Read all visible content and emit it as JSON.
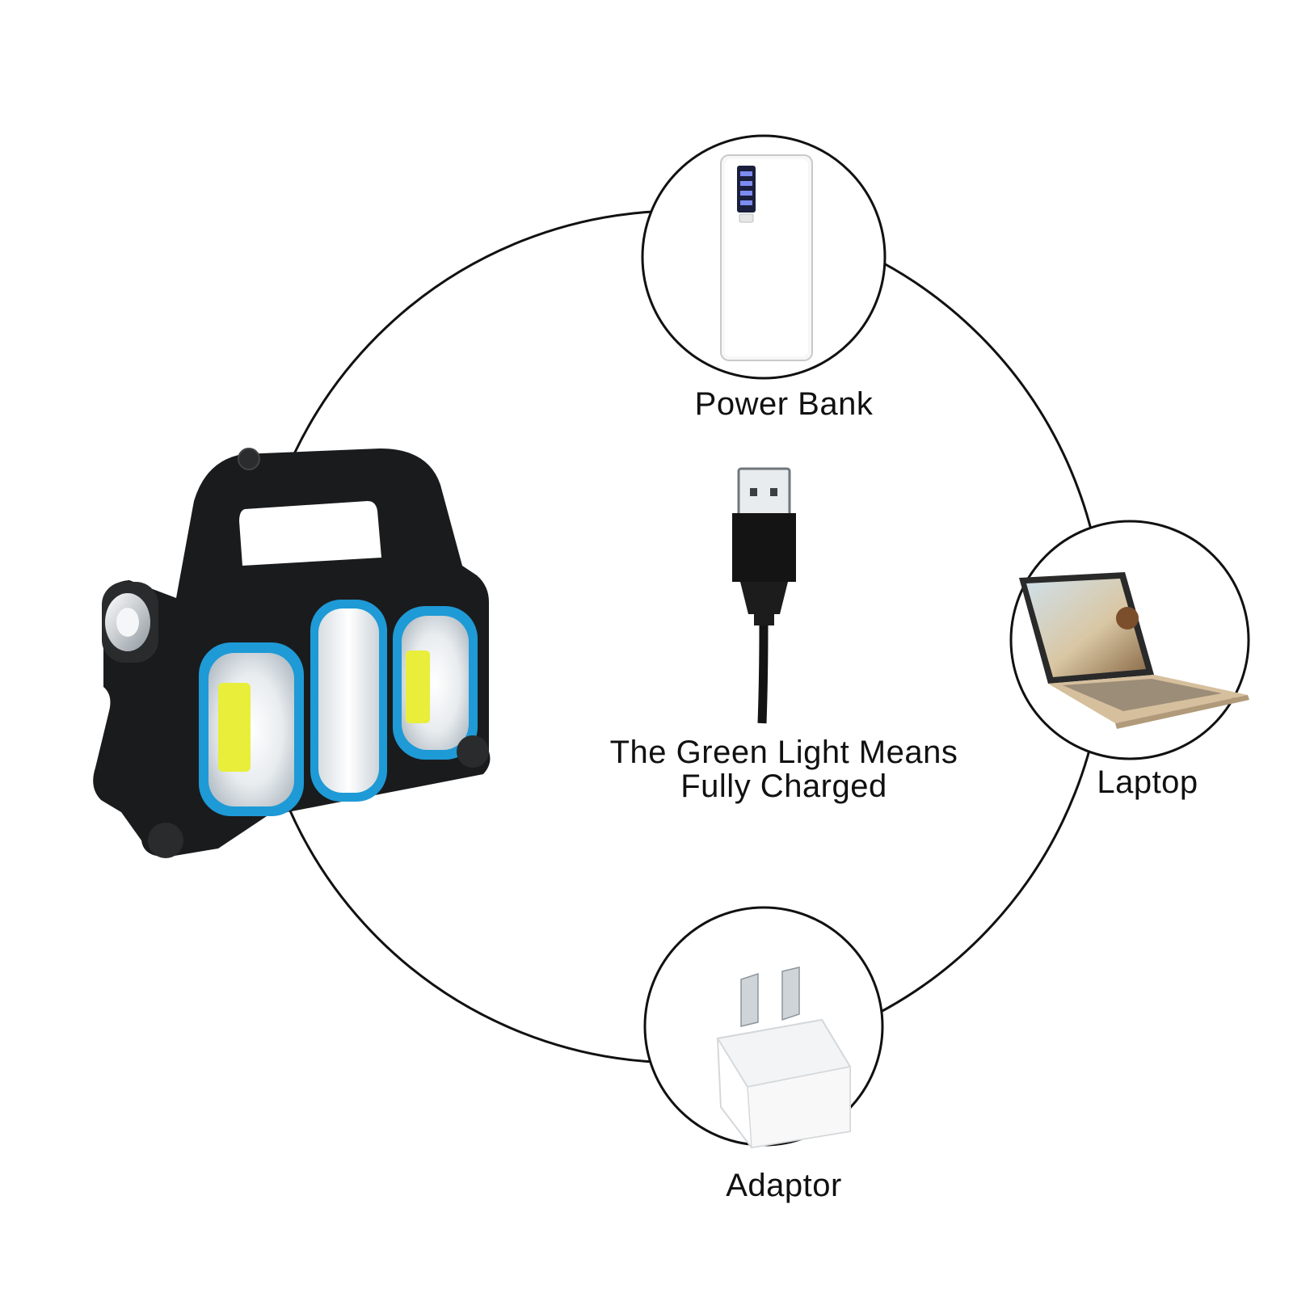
{
  "nodes": {
    "power_bank": {
      "label": "Power Bank",
      "icon": "power-bank-icon"
    },
    "laptop": {
      "label": "Laptop",
      "icon": "laptop-icon"
    },
    "adaptor": {
      "label": "Adaptor",
      "icon": "wall-adaptor-icon"
    }
  },
  "center": {
    "icon": "usb-cable-icon",
    "line1": "The Green Light Means",
    "line2": "Fully Charged"
  },
  "product": {
    "icon": "solar-work-light-icon"
  },
  "colors": {
    "background": "#ffffff",
    "outline": "#111111",
    "lamp_body": "#1a1b1d",
    "lamp_accent": "#1e9ad6",
    "cob_yellow": "#e8ee3a"
  }
}
